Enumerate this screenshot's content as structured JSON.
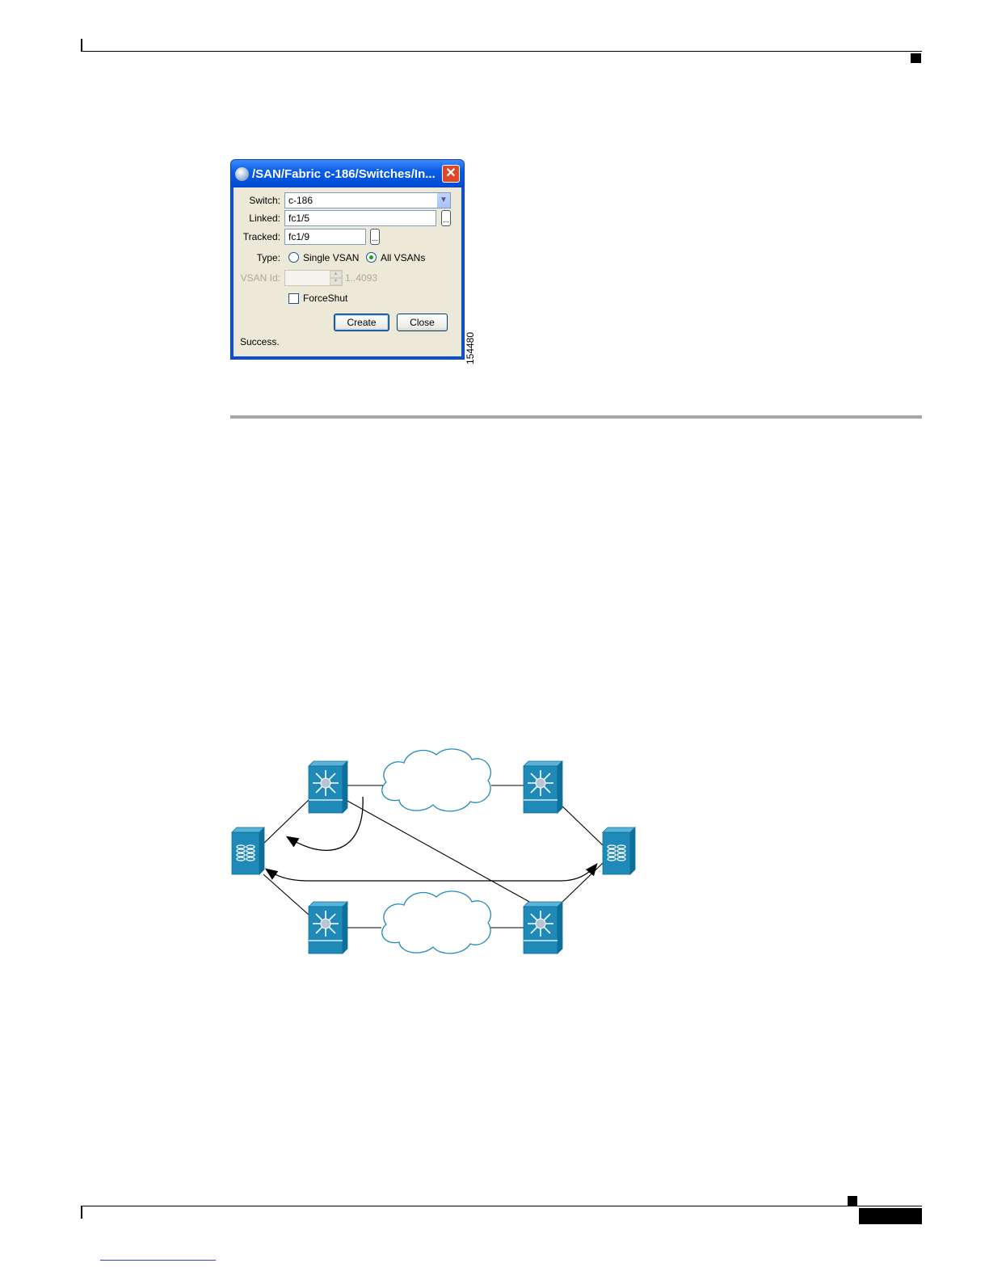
{
  "dialog": {
    "title": "/SAN/Fabric c-186/Switches/In...",
    "close_glyph": "✕",
    "switch_label": "Switch:",
    "switch_value": "c-186",
    "linked_label": "Linked:",
    "linked_value": "fc1/5",
    "tracked_label": "Tracked:",
    "tracked_value": "fc1/9",
    "browse_glyph": "...",
    "type_label": "Type:",
    "type_options": [
      "Single VSAN",
      "All VSANs"
    ],
    "type_selected": "All VSANs",
    "vsan_label": "VSAN Id:",
    "vsan_range": "1..4093",
    "forceshut_label": "ForceShut",
    "forceshut_checked": false,
    "create_label": "Create",
    "close_label": "Close",
    "status": "Success."
  },
  "figure_number": "154480",
  "icons": {
    "switch": "mds-switch-icon",
    "storage": "storage-array-icon",
    "cloud": "network-cloud-icon"
  },
  "colors": {
    "device_blue": "#1f8ab8",
    "device_edge": "#0e6f9a",
    "titlebar_blue": "#0a5ee6",
    "close_red": "#e0462a",
    "rule_gray": "#a6a6a6"
  }
}
